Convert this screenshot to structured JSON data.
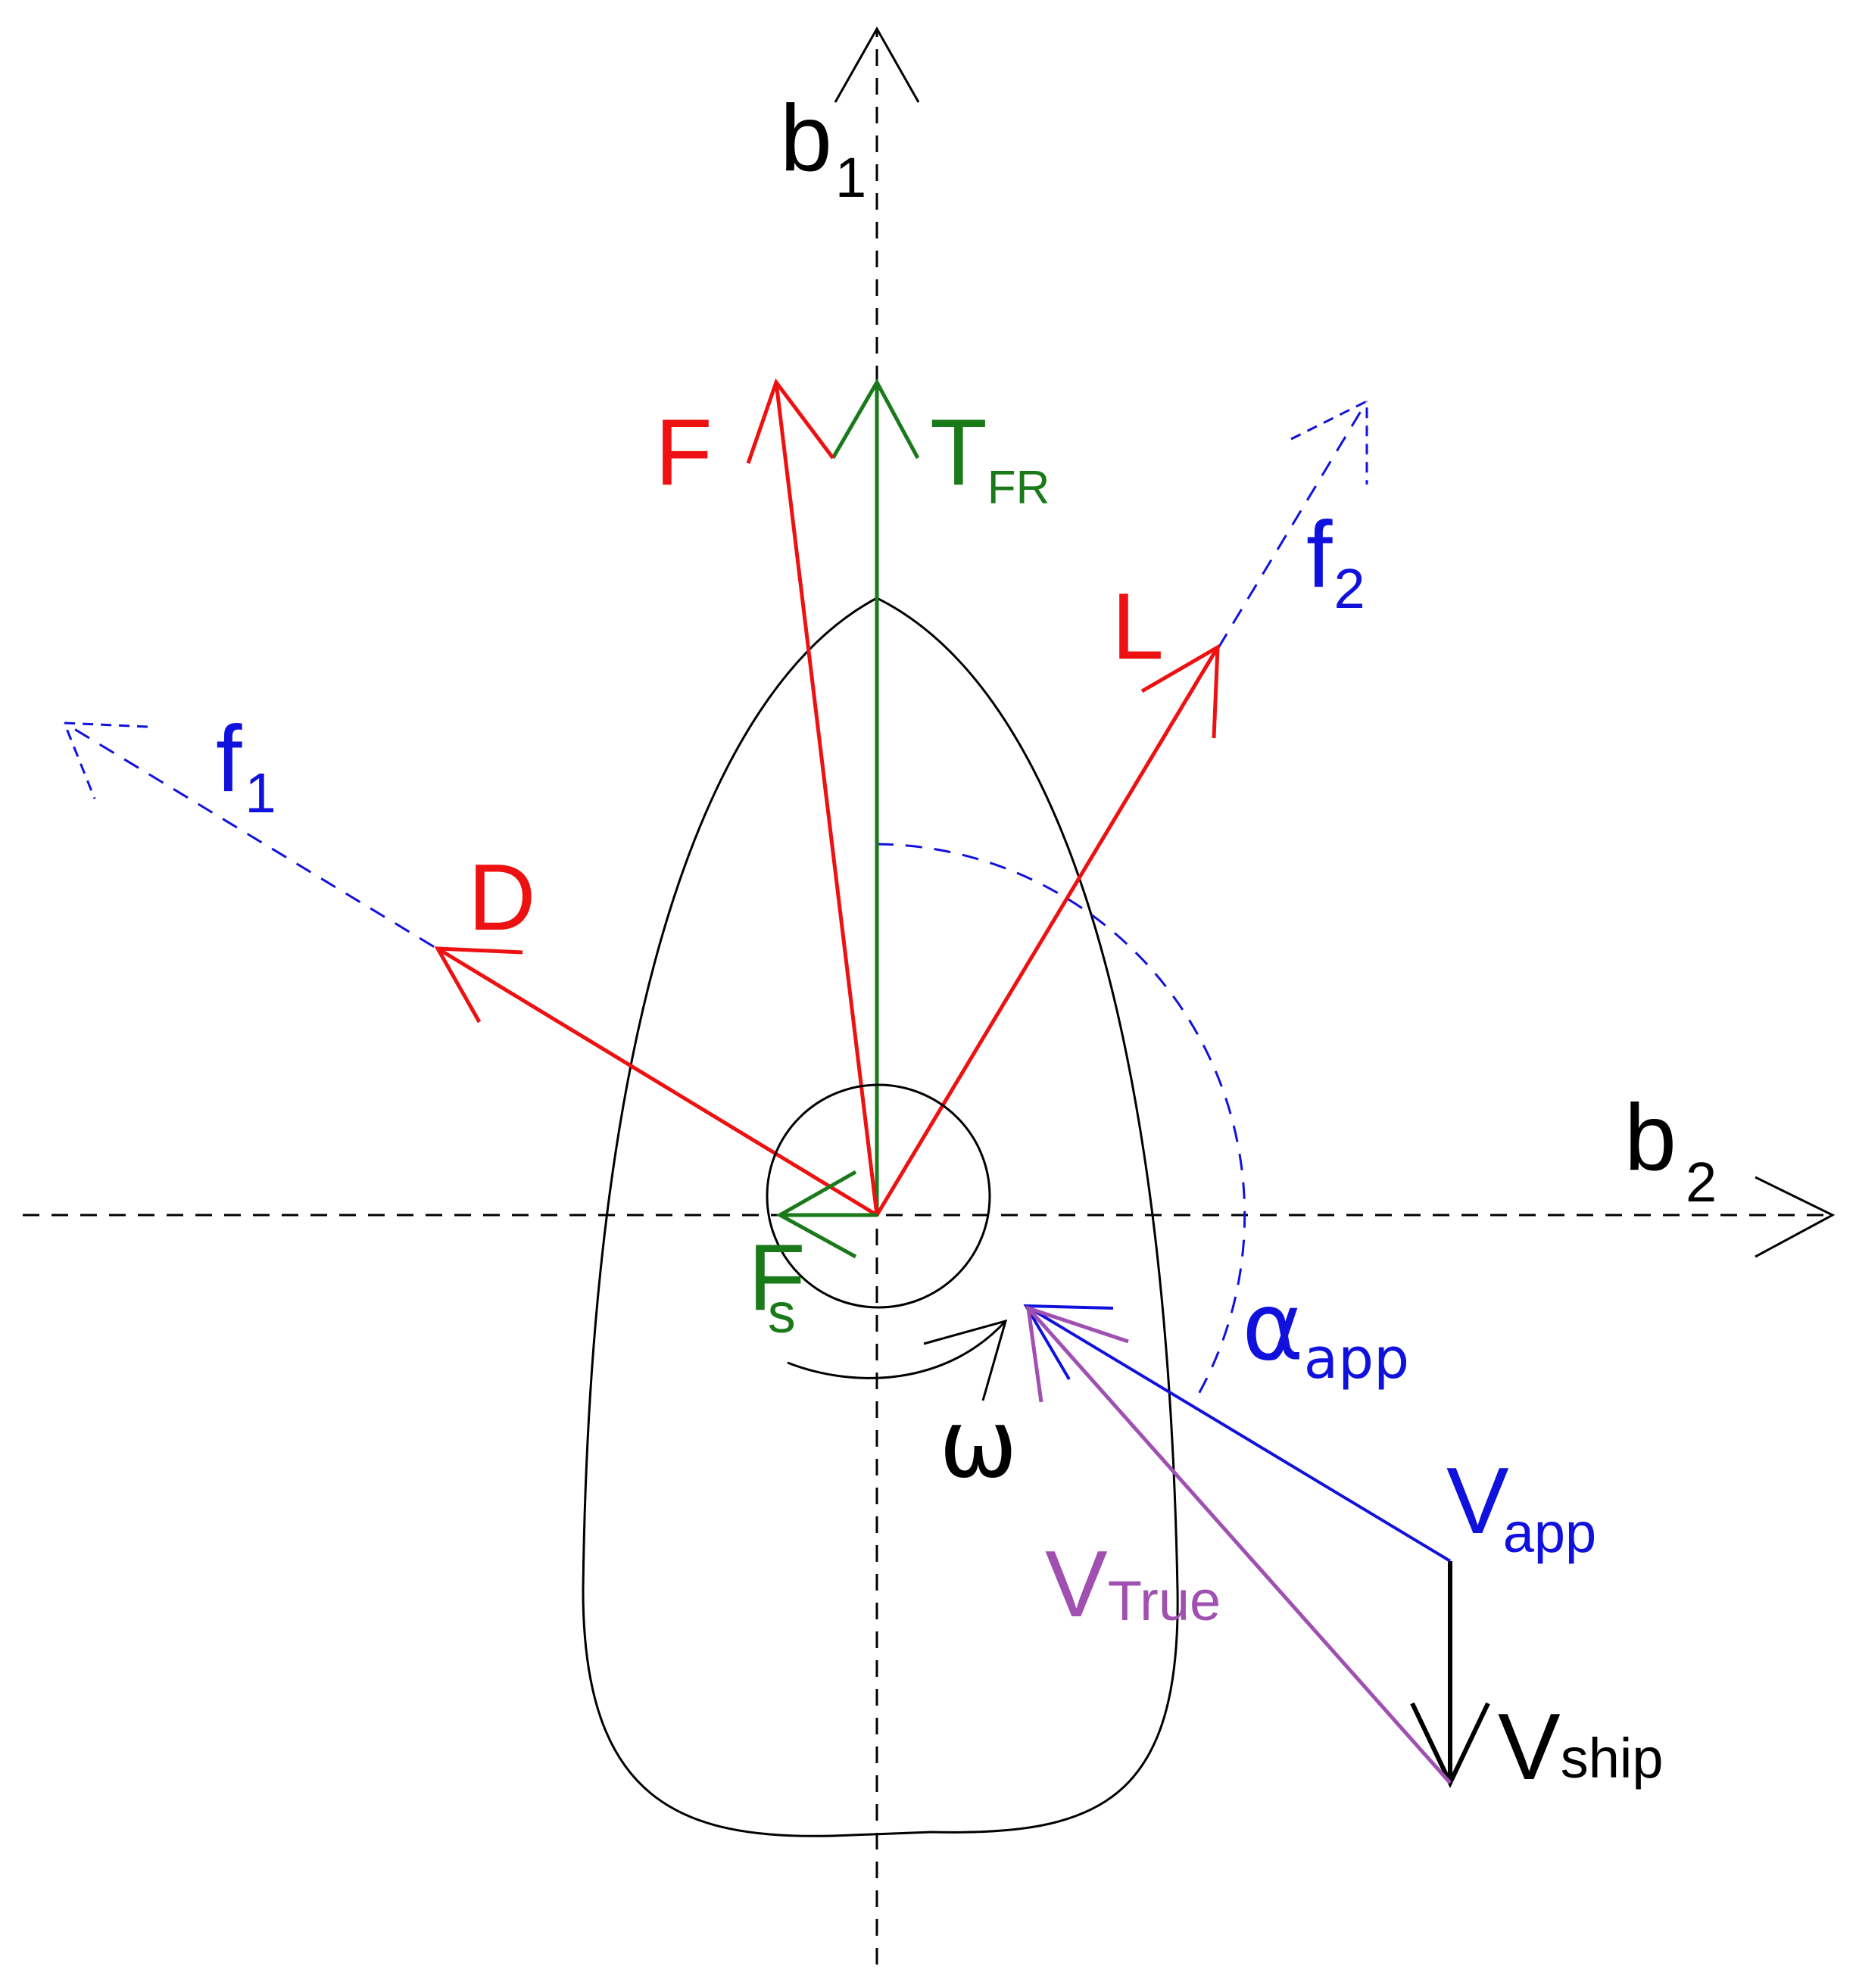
{
  "colors": {
    "axis": "#000000",
    "force": "#ee1111",
    "thrust": "#1a7a1a",
    "frame": "#1111dd",
    "true_wind": "#a050b0",
    "hull": "#000000"
  },
  "labels": {
    "b1": {
      "main": "b",
      "sub": "1"
    },
    "b2": {
      "main": "b",
      "sub": "2"
    },
    "F": "F",
    "T_FR": {
      "main": "T",
      "sub": "FR"
    },
    "L": "L",
    "D": "D",
    "f1": {
      "main": "f",
      "sub": "1"
    },
    "f2": {
      "main": "f",
      "sub": "2"
    },
    "Fs": {
      "main": "F",
      "sub": "s"
    },
    "omega": "ω",
    "alpha_app": {
      "main": "α",
      "sub": "app"
    },
    "V_app": {
      "main": "V",
      "sub": "app"
    },
    "V_true": {
      "main": "V",
      "sub": "True"
    },
    "V_ship": {
      "main": "V",
      "sub": "ship"
    }
  }
}
